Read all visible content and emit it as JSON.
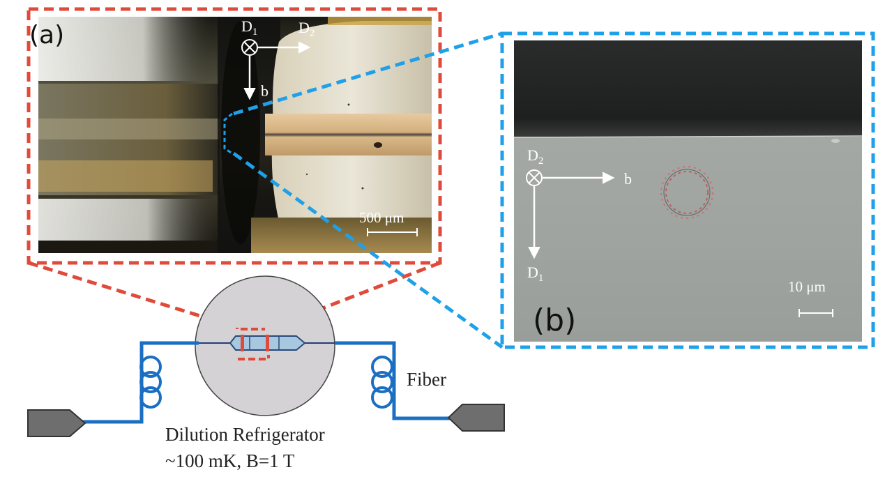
{
  "panel_a": {
    "label": "(a)",
    "axis_into": "D",
    "axis_into_sub": "1",
    "axis_right": "D",
    "axis_right_sub": "2",
    "axis_down": "b",
    "scale_bar": "500 μm"
  },
  "panel_b": {
    "label": "(b)",
    "axis_into": "D",
    "axis_into_sub": "2",
    "axis_right": "b",
    "axis_down": "D",
    "axis_down_sub": "1",
    "scale_bar": "10 μm"
  },
  "setup": {
    "fiber_label": "Fiber",
    "fridge_label_line1": "Dilution Refrigerator",
    "fridge_label_line2": "~100 mK, B=1 T"
  },
  "colors": {
    "red_frame": "#e04a3a",
    "blue_frame": "#1fa0e8",
    "fiber": "#1b6fc2",
    "fridge_fill": "#d4d2d4",
    "connector": "#6e6e6e"
  }
}
